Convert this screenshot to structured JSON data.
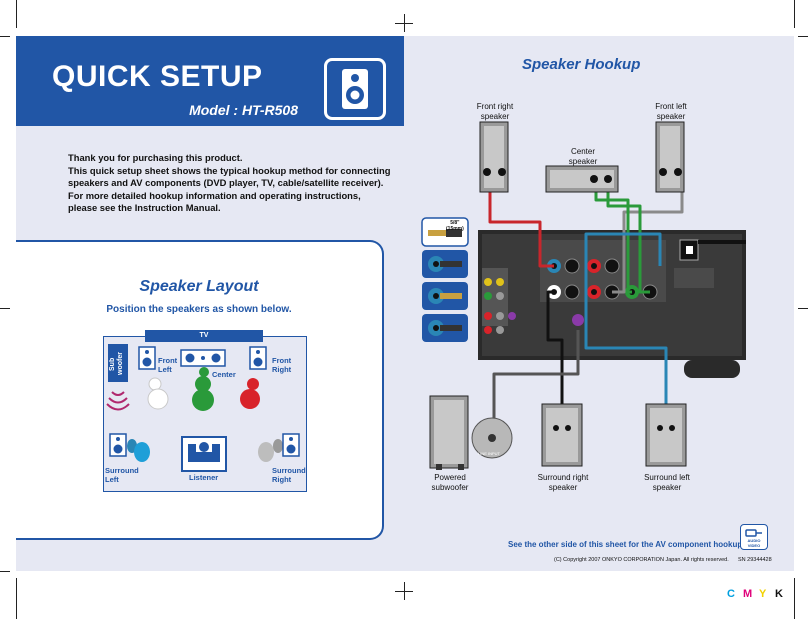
{
  "header": {
    "title": "QUICK SETUP",
    "model": "Model : HT-R508"
  },
  "intro": {
    "lines": [
      "Thank you for purchasing this product.",
      "This quick setup sheet shows the typical hookup method for connecting",
      "speakers and AV components (DVD player, TV, cable/satellite receiver).",
      "For more detailed hookup information and operating instructions,",
      "please see the Instruction Manual."
    ]
  },
  "layout": {
    "title": "Speaker Layout",
    "subtitle": "Position the speakers as shown below.",
    "tv": "TV",
    "subwoofer": "Sub woofer",
    "front_left": [
      "Front",
      "Left"
    ],
    "center": "Center",
    "front_right": [
      "Front",
      "Right"
    ],
    "surround_left": [
      "Surround",
      "Left"
    ],
    "listener": "Listener",
    "surround_right": [
      "Surround",
      "Right"
    ]
  },
  "hookup": {
    "title": "Speaker Hookup",
    "front_right": [
      "Front right",
      "speaker"
    ],
    "front_left": [
      "Front left",
      "speaker"
    ],
    "center": [
      "Center",
      "speaker"
    ],
    "subwoofer": [
      "Powered",
      "subwoofer"
    ],
    "surround_right": [
      "Surround right",
      "speaker"
    ],
    "surround_left": [
      "Surround left",
      "speaker"
    ],
    "strip_length": "5/8\"",
    "strip_mm": "(15mm)",
    "line_input": "LINE INPUT"
  },
  "footer": {
    "note": "See the other side of this sheet for the AV component hookup.",
    "copyright": "(C) Copyright 2007 ONKYO CORPORATION Japan. All rights reserved.",
    "serial": "SN 29344428",
    "badge": [
      "AUDIO",
      "VIDEO"
    ]
  },
  "cmyk": [
    "C",
    "M",
    "Y",
    "K"
  ],
  "colors": {
    "brand_blue": "#2156a6",
    "front_right_wire": "#c8262c",
    "front_left_wire": "#8a8a8a",
    "center_wire": "#2a9a3a",
    "surround_wire": "#2a86b5"
  }
}
